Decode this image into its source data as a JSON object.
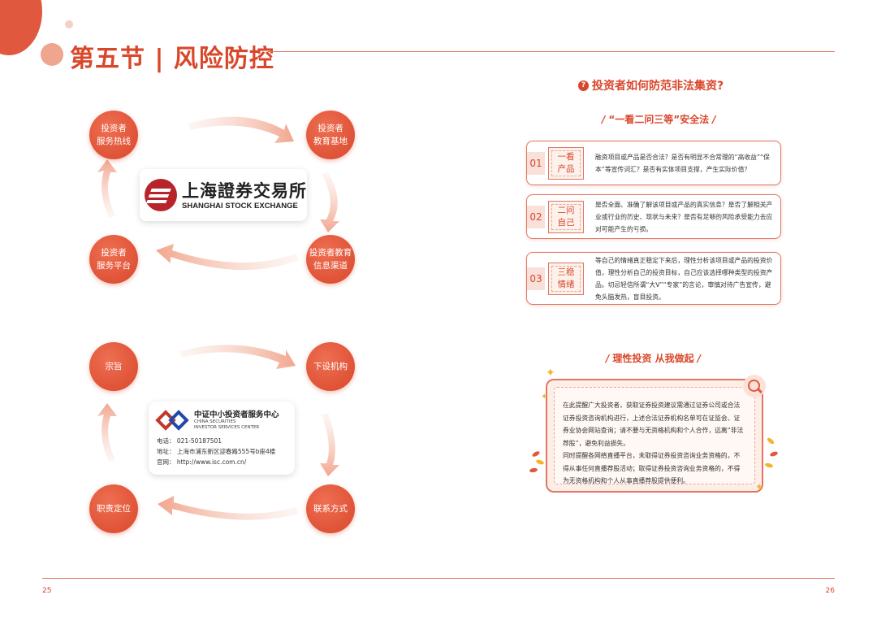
{
  "header": {
    "title": "第五节 | 风险防控"
  },
  "diagram_top": {
    "nodes": [
      "投资者\n服务热线",
      "投资者\n教育基地",
      "投资者教育\n信息渠道",
      "投资者\n服务平台"
    ],
    "logo": {
      "cn": "上海證券交易所",
      "en": "SHANGHAI STOCK EXCHANGE"
    }
  },
  "diagram_bottom": {
    "nodes": [
      "宗旨",
      "下设机构",
      "联系方式",
      "职责定位"
    ],
    "org": {
      "cn": "中证中小投资者服务中心",
      "en1": "CHINA SECURITIES",
      "en2": "INVESTOR SERVICES CENTER",
      "phone": "电话：  021-50187501",
      "address": "地址：  上海市浦东新区迎春路555号b座4楼",
      "website": "官网：  http://www.isc.com.cn/"
    }
  },
  "faq": {
    "title": "投资者如何防范非法集资?",
    "method_title": "“一看二问三等”安全法",
    "rules": [
      {
        "num": "01",
        "tag": "一看\n产品",
        "text": "融资项目或产品是否合法？是否有明显不合常理的“高收益”“保本”等宣传词汇？是否有实体项目支撑，产生实际价值？"
      },
      {
        "num": "02",
        "tag": "二问\n自己",
        "text": "是否全面、准确了解该项目或产品的真实信息？是否了解相关产业或行业的历史、现状与未来？是否有足够的风险承受能力去应对可能产生的亏损。"
      },
      {
        "num": "03",
        "tag": "三稳\n情绪",
        "text": "等自己的情绪真正稳定下来后，理性分析该项目或产品的投资价值，理性分析自己的投资目标，自己应该选择哪种类型的投资产品。切忌轻信所谓“大V”“专家”的言论，审慎对待广告宣传，避免头脑发热，盲目投资。"
      }
    ]
  },
  "tip": {
    "title": "理性投资 从我做起",
    "para1": "在此提醒广大投资者，获取证券投资建议需通过证券公司或合法证券投资咨询机构进行，上述合法证券机构名单可在证监会、证券业协会网站查询；请不要与无资格机构和个人合作，远离“非法荐股”，避免利益损失。",
    "para2": "同时提醒各网络直播平台，未取得证券投资咨询业务资格的，不得从事任何直播荐股活动；取得证券投资咨询业务资格的，不得为无资格机构和个人从事直播荐股提供便利。"
  },
  "footer": {
    "left_page": "25",
    "right_page": "26"
  },
  "colors": {
    "accent": "#d9472b",
    "light": "#f9e1da",
    "node_gradient_light": "#ee6f52"
  }
}
